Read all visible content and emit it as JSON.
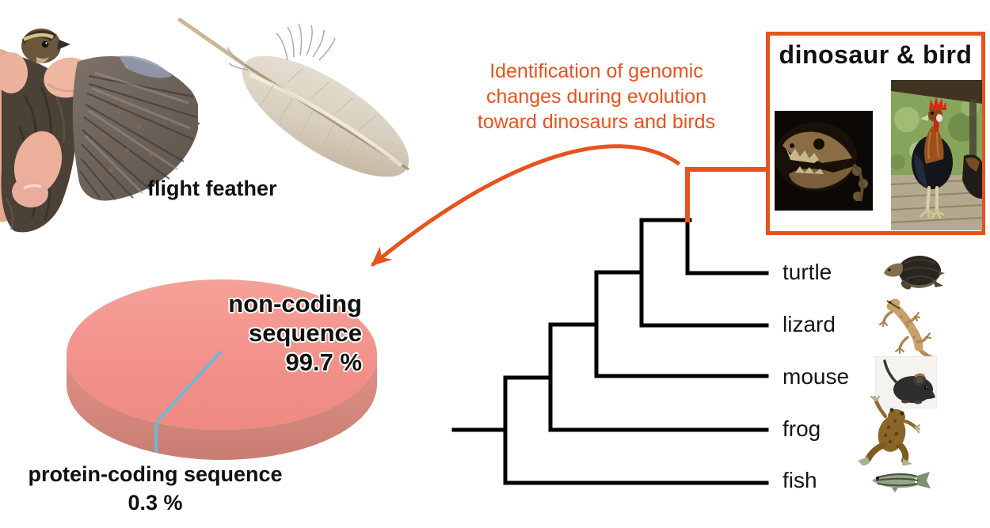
{
  "figure": {
    "heading": {
      "lines": [
        "Identification of genomic",
        "changes during evolution",
        "toward dinosaurs and birds"
      ]
    },
    "specimen_label": "flight feather",
    "clade_box": {
      "title": "dinosaur & bird",
      "images": [
        "dinosaur-skeleton-photo",
        "rooster-photo"
      ]
    },
    "tree": {
      "tips": [
        {
          "label": "turtle",
          "image": "turtle-photo"
        },
        {
          "label": "lizard",
          "image": "lizard-photo"
        },
        {
          "label": "mouse",
          "image": "mouse-photo"
        },
        {
          "label": "frog",
          "image": "frog-photo"
        },
        {
          "label": "fish",
          "image": "fish-photo"
        }
      ]
    },
    "pie_labels": {
      "noncoding_line1": "non-coding",
      "noncoding_line2": "sequence",
      "noncoding_value": "99.7 %",
      "protein_line1": "protein-coding sequence",
      "protein_value": "0.3 %"
    },
    "photos": [
      "bird-in-hand-photo",
      "flight-feather-photo"
    ]
  },
  "chart_data": {
    "type": "pie",
    "style": "3d",
    "labels": [
      "non-coding sequence",
      "protein-coding sequence"
    ],
    "values": [
      99.7,
      0.3
    ],
    "unit": "%",
    "colors": [
      "#f2918a",
      "#72b6d6"
    ],
    "legend_position": "on-chart"
  },
  "colors": {
    "accent_orange": "#e8531c",
    "tree_line": "#000000",
    "pie_top": "#f2918a",
    "pie_side": "#d6837a",
    "slice_blue": "#72b6d6"
  }
}
